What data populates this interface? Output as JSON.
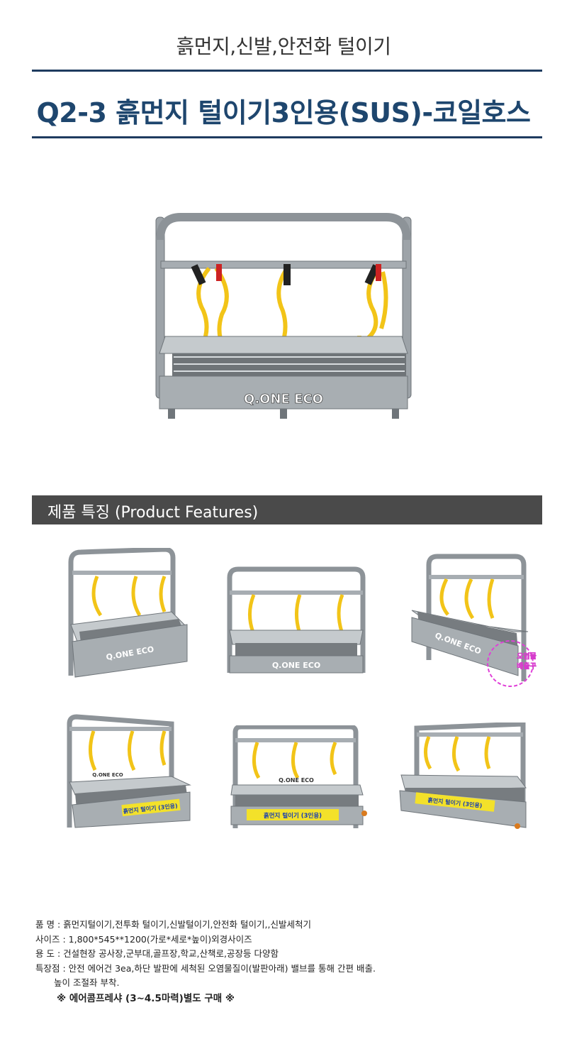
{
  "header": {
    "subtitle": "흙먼지,신발,안전화 털이기",
    "title": "Q2-3 흙먼지 털이기3인용(SUS)-코일호스"
  },
  "product": {
    "brand_plate": "Q.ONE ECO",
    "panel_label": "흙먼지 털이기 (3인용)",
    "drain_label_1": "오염물",
    "drain_label_2": "배출구"
  },
  "section": {
    "label": "제품 특징 (Product Features)"
  },
  "colors": {
    "title_blue": "#1e466e",
    "rule": "#1e3b5f",
    "section_bar": "#4a4a4a",
    "hose_yellow": "#f2c418",
    "panel_yellow": "#f3e12a",
    "drain_circle": "#e040d8"
  },
  "specs": {
    "name_row": "품   명 : 흙먼지털이기,전투화 털이기,신발털이기,안전화 털이기,,신발세척기",
    "size_row": "사이즈 : 1,800*545**1200(가로*세로*높이)외경사이즈",
    "use_row": "용   도 : 건설현장 공사장,군부대,골프장,학교,산책로,공장등 다양함",
    "feature_row": "특장점 : 안전 에어건 3ea,하단 발판에 세척된 오염물질이(발판아래) 밸브를 통해 간편 배출.",
    "feature_row_2": "높이 조절좌 부착.",
    "note": "※ 에어콤프레샤 (3~4.5마력)별도 구매  ※"
  }
}
